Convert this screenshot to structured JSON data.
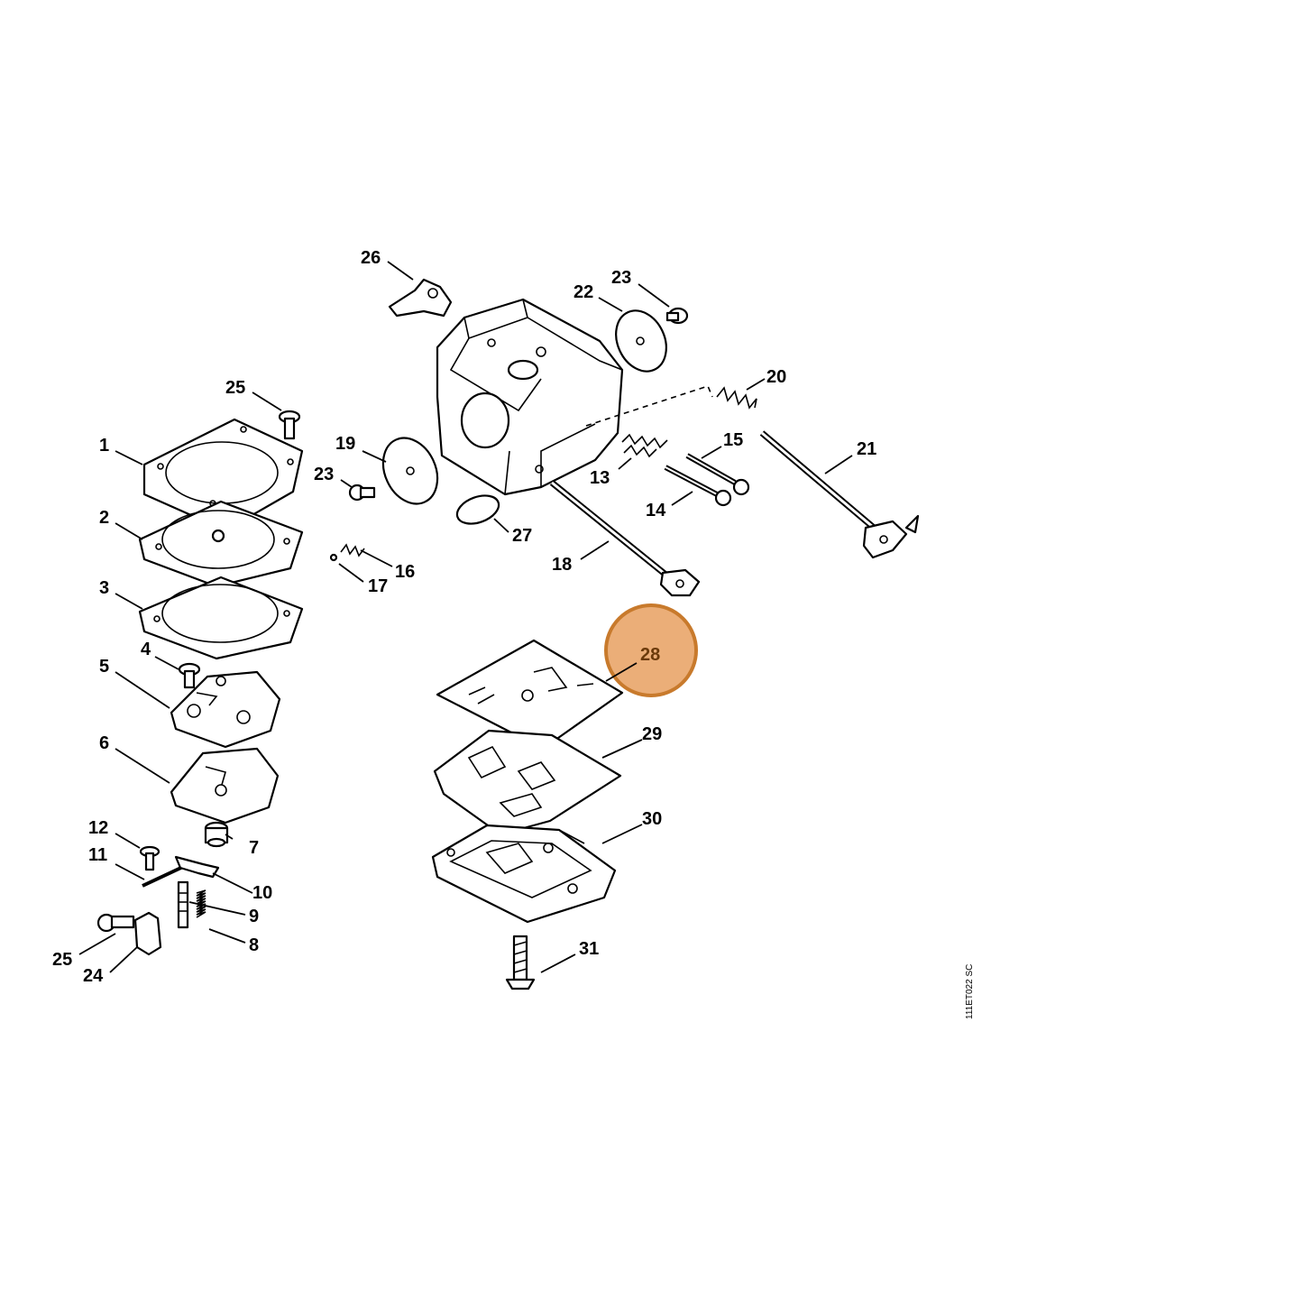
{
  "diagram": {
    "drawing_code": "111ET022 SC",
    "highlighted_part": "28",
    "highlight_color": "#e8a060",
    "highlight_stroke": "#c87a2c",
    "labels": {
      "l1": "1",
      "l2": "2",
      "l3": "3",
      "l4": "4",
      "l5": "5",
      "l6": "6",
      "l7": "7",
      "l8": "8",
      "l9": "9",
      "l10": "10",
      "l11": "11",
      "l12": "12",
      "l13": "13",
      "l14": "14",
      "l15": "15",
      "l16": "16",
      "l17": "17",
      "l18": "18",
      "l19": "19",
      "l20": "20",
      "l21": "21",
      "l22": "22",
      "l23a": "23",
      "l23b": "23",
      "l24": "24",
      "l25a": "25",
      "l25b": "25",
      "l26": "26",
      "l27": "27",
      "l28": "28",
      "l29": "29",
      "l30": "30",
      "l31": "31"
    }
  }
}
